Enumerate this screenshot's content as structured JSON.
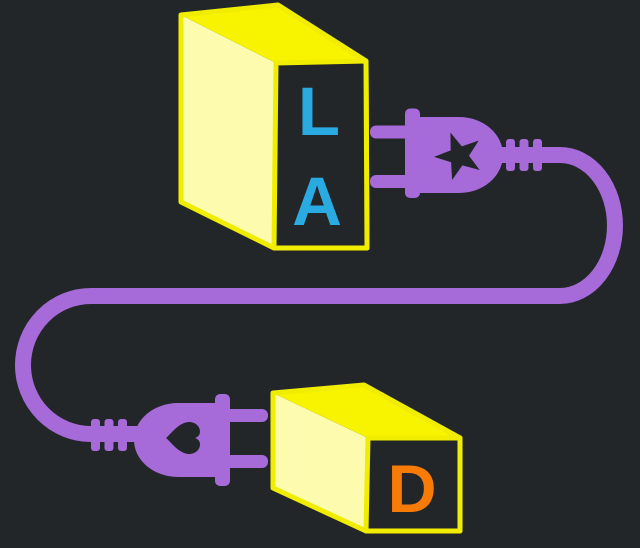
{
  "illustration": {
    "description": "Two yellow 3D boxes connected by a purple electrical plug and looping cable",
    "top_box": {
      "letter_top": "L",
      "letter_bottom": "A",
      "letter_color": "cyan"
    },
    "bottom_box": {
      "letter": "D",
      "letter_color": "orange"
    },
    "plugs": {
      "top_plug_cutout": "star",
      "bottom_plug_cutout": "heart"
    }
  },
  "colors": {
    "background": "#232629",
    "purple": "#a66ad9",
    "yellow_face": "#f8f400",
    "yellow_stroke": "#f0ed00",
    "yellow_pale": "#fdfcae",
    "cyan": "#29abe2",
    "orange": "#f87b08"
  }
}
